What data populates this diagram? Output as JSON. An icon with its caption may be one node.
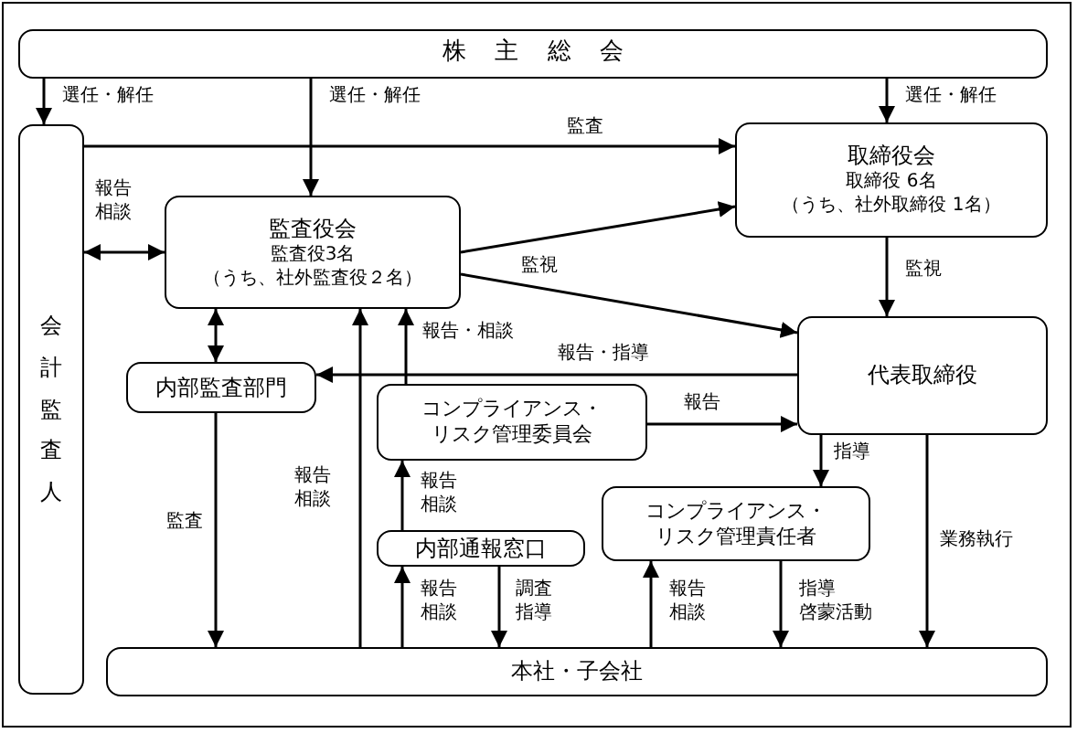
{
  "diagram": {
    "nodes": [
      {
        "text": [
          "株主総会"
        ]
      },
      {
        "text": [
          "会計監査人"
        ]
      },
      {
        "text": [
          "監査役会",
          "監査役3名",
          "（うち、社外監査役２名）"
        ]
      },
      {
        "text": [
          "取締役会",
          "取締役 6名",
          "（うち、社外取締役 1名）"
        ]
      },
      {
        "text": [
          "代表取締役"
        ]
      },
      {
        "text": [
          "内部監査部門"
        ]
      },
      {
        "text": [
          "コンプライアンス・リスク管理委員会"
        ]
      },
      {
        "text": [
          "内部通報窓口"
        ]
      },
      {
        "text": [
          "コンプライアンス・リスク管理責任者"
        ]
      },
      {
        "text": [
          "本社・子会社"
        ]
      }
    ],
    "edges": [
      {
        "from": 0,
        "to": 1,
        "arrow": "to",
        "label": "選任・解任"
      },
      {
        "from": 0,
        "to": 2,
        "arrow": "to",
        "label": "選任・解任"
      },
      {
        "from": 0,
        "to": 3,
        "arrow": "to",
        "label": "選任・解任"
      },
      {
        "from": 1,
        "to": 3,
        "arrow": "to",
        "label": "監査"
      },
      {
        "from": 1,
        "to": 2,
        "arrow": "both",
        "label": "報告相談"
      },
      {
        "from": 2,
        "to": 3,
        "arrow": "to"
      },
      {
        "from": 2,
        "to": 4,
        "arrow": "to",
        "label": "監視"
      },
      {
        "from": 3,
        "to": 4,
        "arrow": "to",
        "label": "監視"
      },
      {
        "from": 2,
        "to": 5,
        "arrow": "both"
      },
      {
        "from": 6,
        "to": 2,
        "arrow": "to",
        "label": "報告・相談"
      },
      {
        "from": 9,
        "to": 2,
        "arrow": "to",
        "label": "報告相談"
      },
      {
        "from": 4,
        "to": 5,
        "arrow": "to",
        "label": "報告・指導"
      },
      {
        "from": 6,
        "to": 4,
        "arrow": "to",
        "label": "報告"
      },
      {
        "from": 4,
        "to": 8,
        "arrow": "to",
        "label": "指導"
      },
      {
        "from": 4,
        "to": 9,
        "arrow": "to",
        "label": "業務執行"
      },
      {
        "from": 5,
        "to": 9,
        "arrow": "to",
        "label": "監査"
      },
      {
        "from": 7,
        "to": 6,
        "arrow": "to",
        "label": "報告相談"
      },
      {
        "from": 9,
        "to": 7,
        "arrow": "to",
        "label": "報告相談"
      },
      {
        "from": 7,
        "to": 9,
        "arrow": "to",
        "label": "調査指導"
      },
      {
        "from": 9,
        "to": 8,
        "arrow": "to",
        "label": "報告相談"
      },
      {
        "from": 8,
        "to": 9,
        "arrow": "to",
        "label": "指導啓蒙活動"
      }
    ]
  }
}
